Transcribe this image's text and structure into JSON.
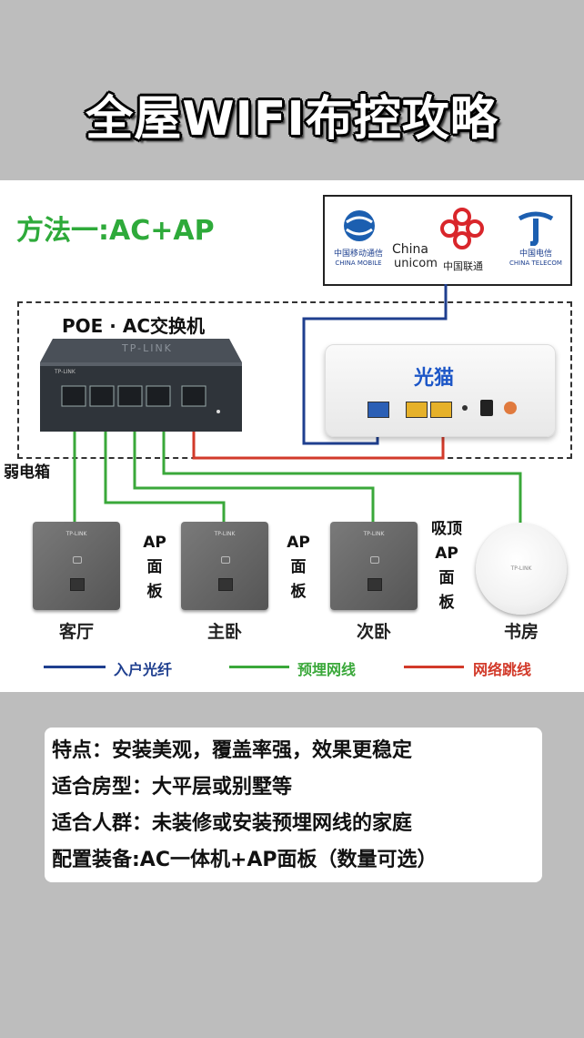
{
  "title": "全屋WIFI布控攻略",
  "method": "方法一:AC+AP",
  "isp": {
    "mobile": "中国移动通信",
    "mobile_en": "CHINA MOBILE",
    "unicom_en1": "China",
    "unicom_en2": "unicom",
    "unicom_cn": "中国联通",
    "telecom": "中国电信",
    "telecom_en": "CHINA TELECOM"
  },
  "switch": {
    "label": "POE · AC交换机",
    "brand": "TP-LINK"
  },
  "modem": {
    "label": "光猫"
  },
  "weak_box": "弱电箱",
  "ap_label": [
    "AP",
    "面",
    "板"
  ],
  "ceiling_ap_label": [
    "吸顶",
    "AP",
    "面",
    "板"
  ],
  "ceiling_brand": "TP-LINK",
  "rooms": [
    "客厅",
    "主卧",
    "次卧",
    "书房"
  ],
  "legend": [
    {
      "text": "入户光纤",
      "color": "#1f3f8f"
    },
    {
      "text": "预埋网线",
      "color": "#3aa83a"
    },
    {
      "text": "网络跳线",
      "color": "#d23a2a"
    }
  ],
  "features": [
    "特点：安装美观，覆盖率强，效果更稳定",
    "适合房型：大平层或别墅等",
    "适合人群：未装修或安装预埋网线的家庭",
    "配置装备:AC一体机+AP面板（数量可选）"
  ],
  "colors": {
    "fiber": "#1f3f8f",
    "cable": "#3aa83a",
    "jumper": "#d23a2a",
    "method": "#2eaa3a",
    "modem_label": "#1c56c7"
  }
}
